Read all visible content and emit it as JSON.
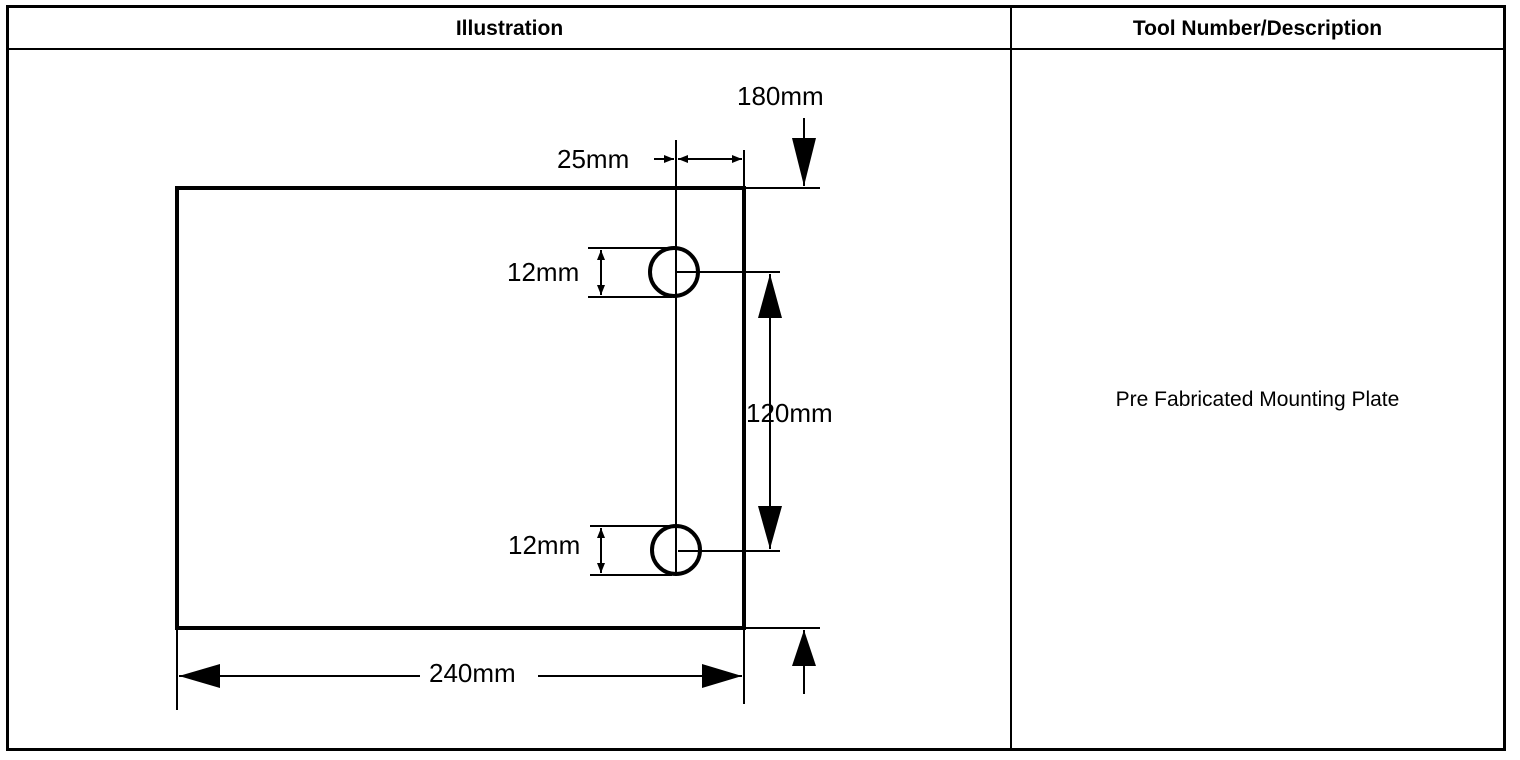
{
  "table": {
    "headers": {
      "illustration": "Illustration",
      "tool": "Tool Number/Description"
    },
    "description": "Pre Fabricated Mounting Plate"
  },
  "illustration": {
    "dimensions": {
      "overall_height": "180mm",
      "hole_offset": "25mm",
      "hole_diameter_top": "12mm",
      "hole_spacing": "120mm",
      "hole_diameter_bottom": "12mm",
      "overall_width": "240mm"
    }
  }
}
